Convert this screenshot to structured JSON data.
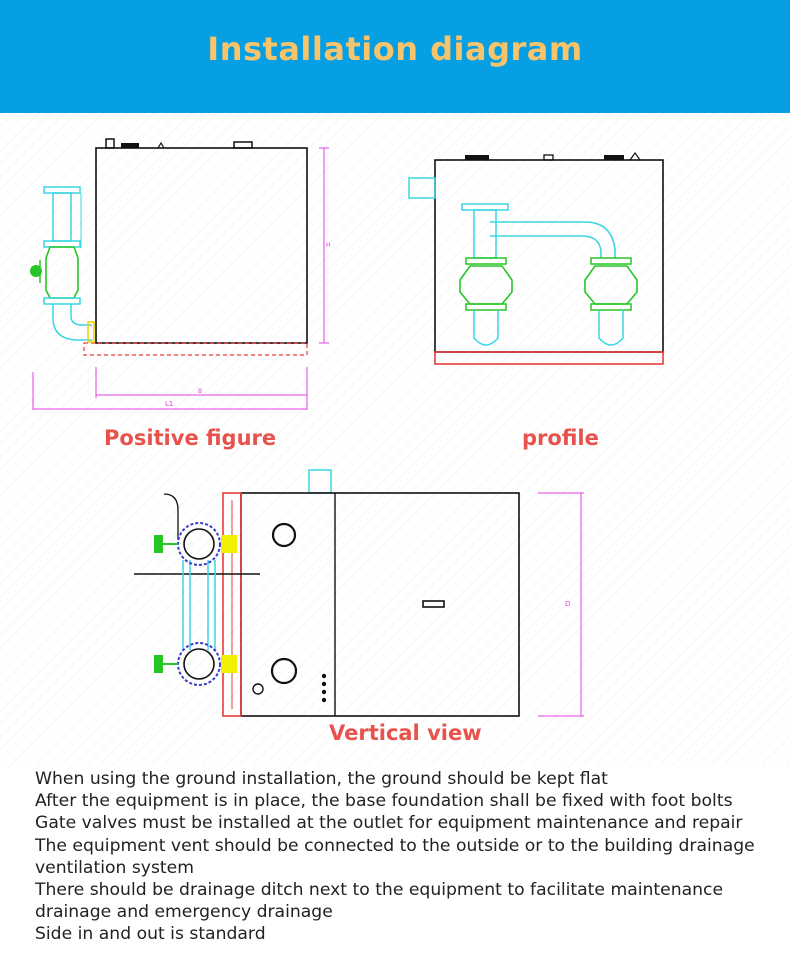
{
  "header": {
    "title": "Installation diagram"
  },
  "figures": {
    "positive": {
      "caption": "Positive figure",
      "dim_l1": "L1",
      "dim_b": "B",
      "dim_h": "H"
    },
    "profile": {
      "caption": "profile"
    },
    "vertical": {
      "caption": "Vertical view",
      "dim_d": "D"
    }
  },
  "notes": [
    "When using the ground installation, the ground should be kept flat",
    "After the equipment is in place, the base foundation shall be fixed with foot bolts",
    "Gate valves must be installed at the outlet for equipment maintenance and repair",
    "The equipment vent should be connected to the outside or to the building drainage ventilation system",
    "There should be drainage ditch next to the equipment to facilitate maintenance drainage and emergency drainage",
    "Side in and out is standard"
  ],
  "colors": {
    "header_bg": "#069fe3",
    "title": "#f8c46b",
    "caption": "#e8524c",
    "pipe": "#3ad6e4",
    "valve": "#26c626",
    "dimension": "#e040e0",
    "base": "#e83c3c",
    "flange": "#3a3ad0",
    "coupling": "#f0f000"
  }
}
